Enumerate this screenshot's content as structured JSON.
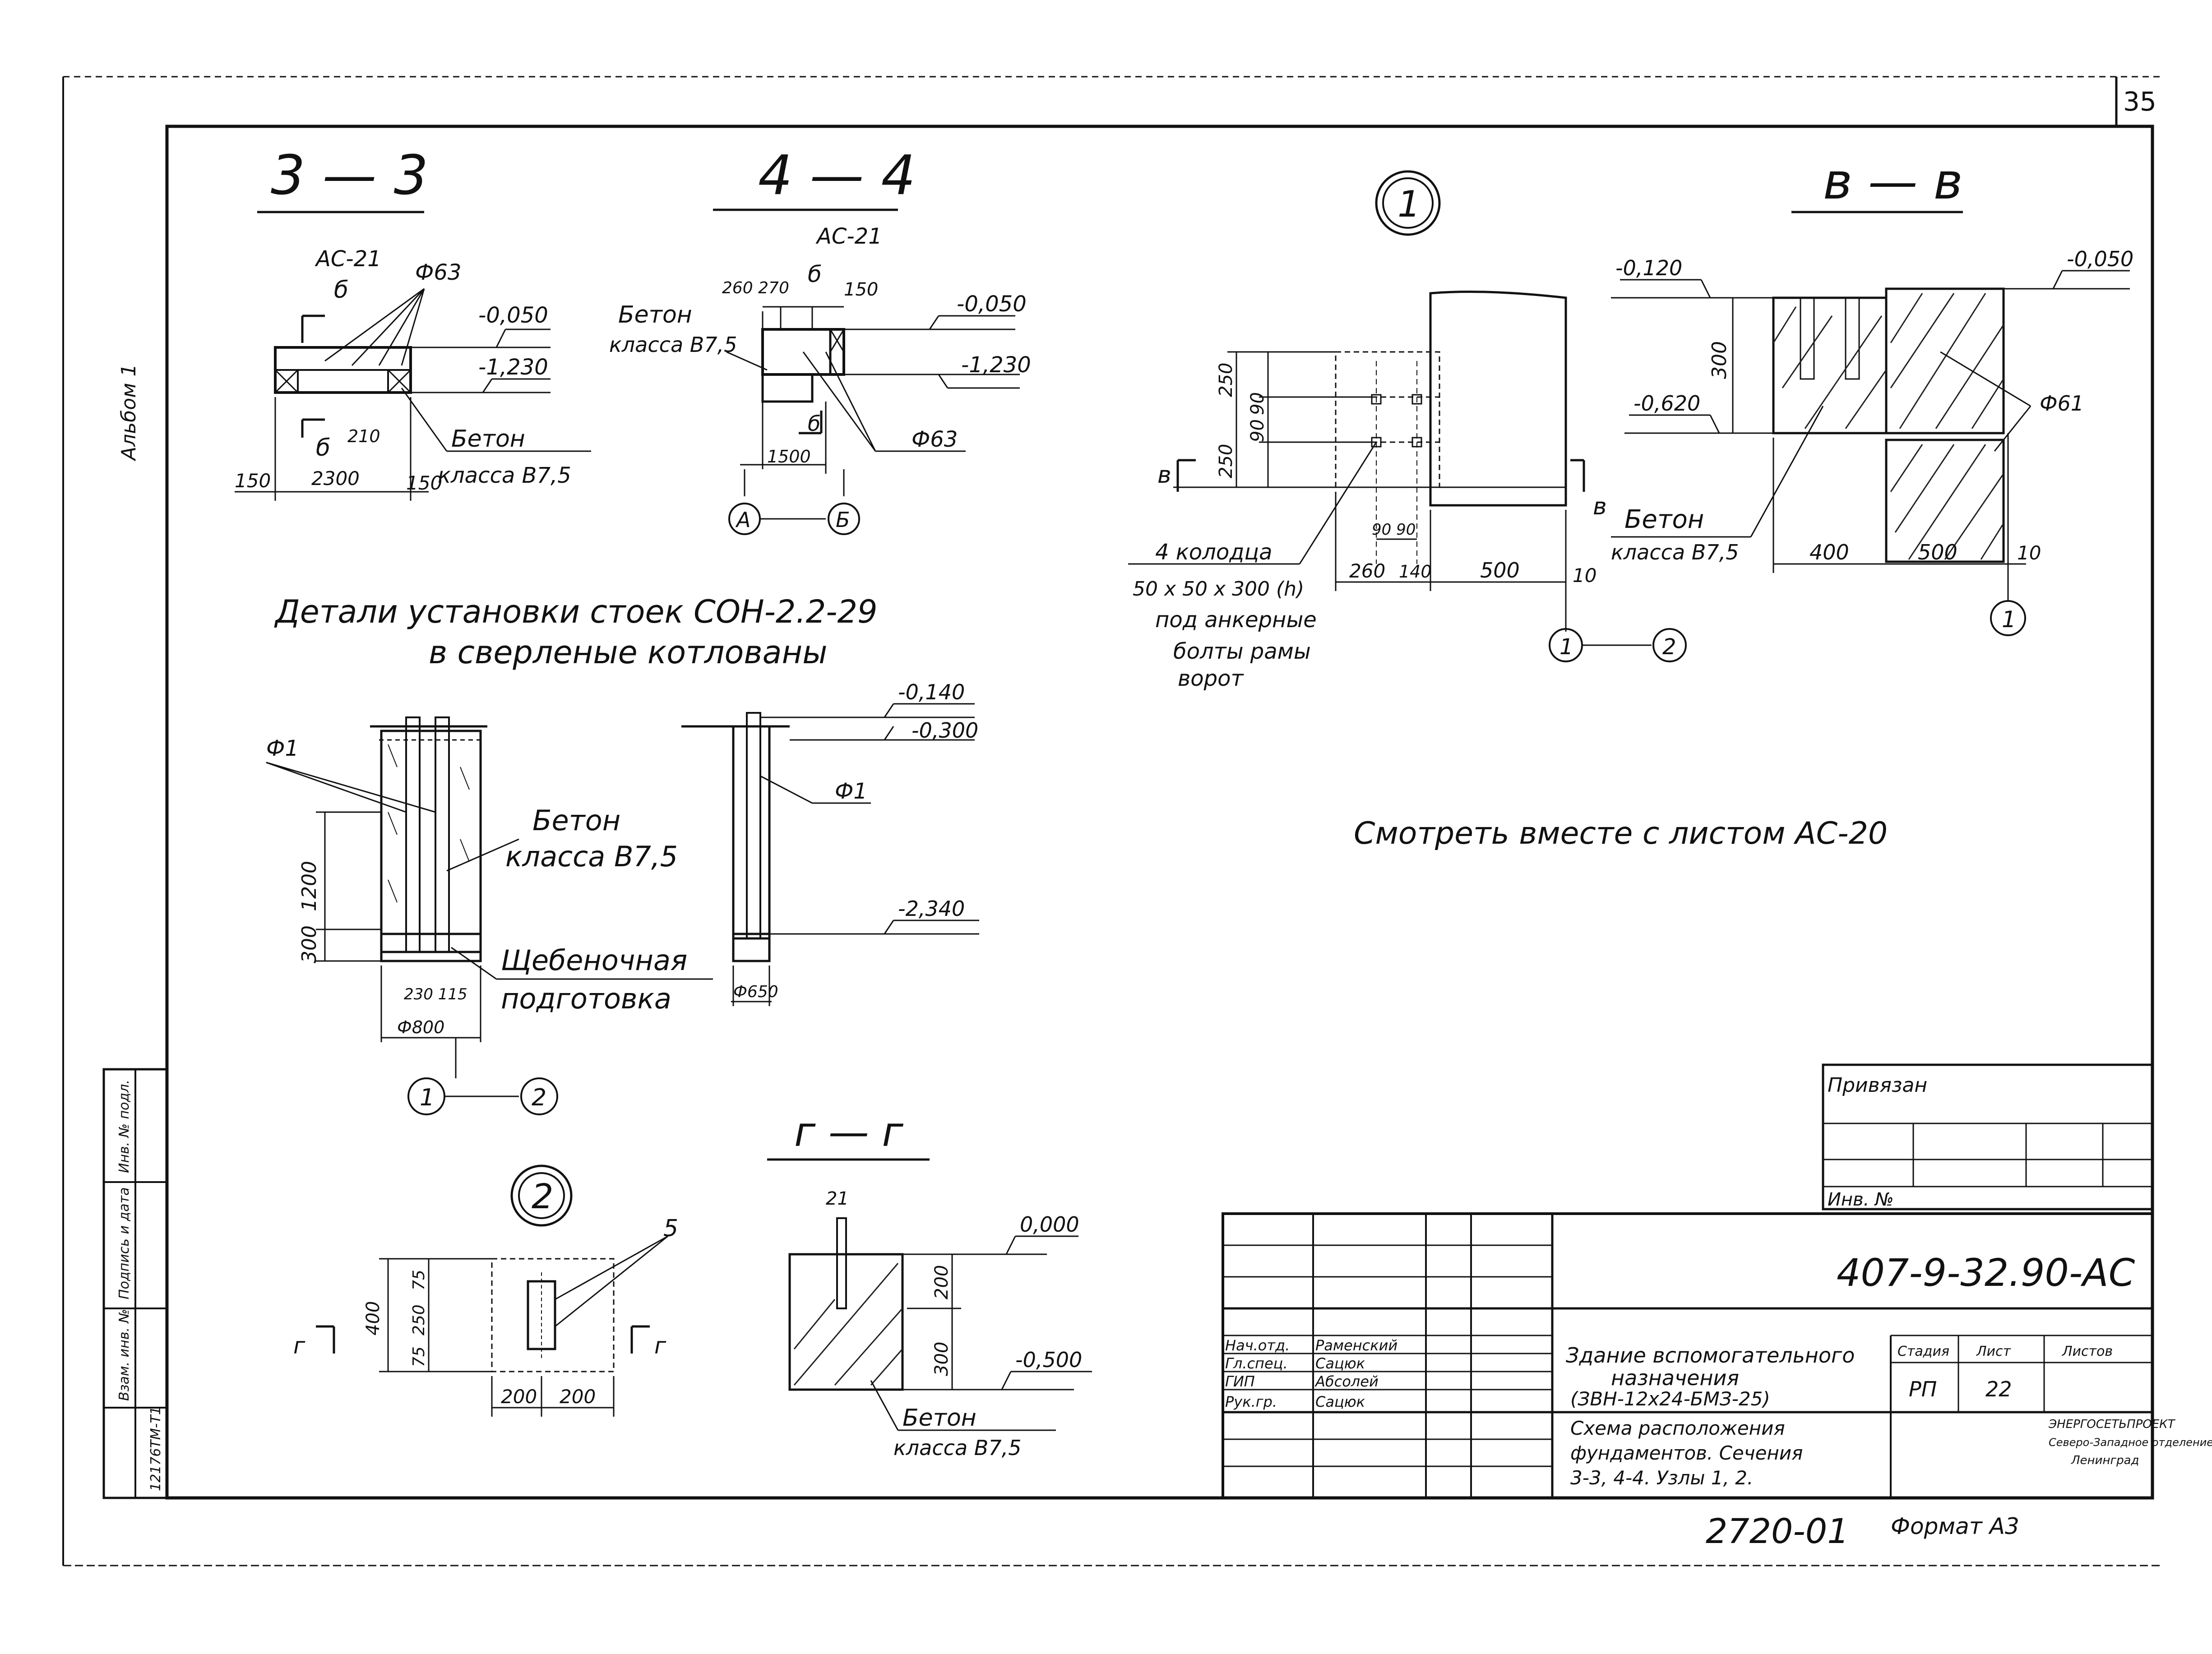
{
  "sheet": {
    "page_number": "35",
    "album_label": "Альбом 1",
    "bottom_code": "2720-01",
    "format": "Формат А3"
  },
  "section_33": {
    "title": "3 — 3",
    "code": "АС-21",
    "b_top": "б",
    "b_bottom": "б",
    "phi": "Ф63",
    "level_top": "-0,050",
    "level_bottom": "-1,230",
    "dim_210": "210",
    "dim_150_left": "150",
    "dim_2300": "2300",
    "dim_150_right": "150",
    "concrete_1": "Бетон",
    "concrete_2": "класса В7,5"
  },
  "section_44": {
    "title": "4 — 4",
    "code": "АС-21",
    "b_top": "б",
    "b_bottom": "б",
    "dim_top": "260 270",
    "dim_150": "150",
    "concrete_1": "Бетон",
    "concrete_2": "класса В7,5",
    "level_top": "-0,050",
    "level_bottom": "-1,230",
    "phi": "Ф63",
    "dim_1500": "1500",
    "axis_a": "А",
    "axis_b": "Б"
  },
  "details": {
    "title_1": "Детали установки стоек СОН-2.2-29",
    "title_2": "в сверленые котлованы",
    "phi1_left": "Ф1",
    "phi1_right": "Ф1",
    "dim_1200": "1200",
    "dim_300": "300",
    "dim_bottom": "230 115",
    "dim_800": "Ф800",
    "dim_650": "Ф650",
    "concrete_1": "Бетон",
    "concrete_2": "класса В7,5",
    "gravel_1": "Щебеночная",
    "gravel_2": "подготовка",
    "level_1": "-0,140",
    "level_2": "-0,300",
    "level_3": "-2,340",
    "axis_1": "1",
    "axis_2": "2"
  },
  "node_1": {
    "label": "1",
    "dims_v": [
      "250",
      "90",
      "90",
      "250"
    ],
    "dim_9090": "90 90",
    "dim_260": "260",
    "dim_140": "140",
    "dim_500": "500",
    "dim_10": "10",
    "cut_left": "в",
    "cut_right": "в",
    "note": [
      "4 колодца",
      "50 х 50 х 300 (h)",
      "под анкерные",
      "болты рамы",
      "ворот"
    ],
    "axis_1": "1",
    "axis_2": "2"
  },
  "section_vv": {
    "title": "в — в",
    "level_1": "-0,120",
    "level_2": "-0,050",
    "level_3": "-0,620",
    "dim_300": "300",
    "phi": "Ф61",
    "concrete_1": "Бетон",
    "concrete_2": "класса В7,5",
    "dim_400": "400",
    "dim_500": "500",
    "dim_10": "10",
    "axis_1": "1"
  },
  "see_also": "Смотреть вместе с листом АС-20",
  "node_2": {
    "label": "2",
    "leader": "5",
    "dims_v": [
      "400",
      "75",
      "250",
      "75"
    ],
    "dim_200_a": "200",
    "dim_200_b": "200",
    "cut_left": "г",
    "cut_right": "г"
  },
  "section_gg": {
    "title": "г — г",
    "dim_21": "21",
    "level_1": "0,000",
    "level_2": "-0,500",
    "dim_200": "200",
    "dim_300": "300",
    "concrete_1": "Бетон",
    "concrete_2": "класса В7,5"
  },
  "left_strip": [
    "Инв. № подл.",
    "Подпись и дата",
    "Взам. инв. №",
    "12176ТМ-Т1"
  ],
  "title_block": {
    "privyazan": "Привязан",
    "inv_no": "Инв. №",
    "code": "407-9-32.90-АС",
    "roles": [
      "Нач.отд.",
      "Гл.спец.",
      "ГИП",
      "Рук.гр."
    ],
    "names": [
      "Раменский",
      "Сацюк",
      "Абсолей",
      "Сацюк"
    ],
    "object_1": "Здание вспомогательного",
    "object_2": "назначения",
    "object_3": "(ЗВН-12х24-БМЗ-25)",
    "sheet_desc_1": "Схема расположения",
    "sheet_desc_2": "фундаментов. Сечения",
    "sheet_desc_3": "3-3, 4-4. Узлы 1, 2.",
    "stage_label": "Стадия",
    "sheet_label": "Лист",
    "sheets_label": "Листов",
    "stage": "РП",
    "sheet_no": "22",
    "org_1": "ЭНЕРГОСЕТЬПРОЕКТ",
    "org_2": "Северо-Западное отделение",
    "org_3": "Ленинград"
  }
}
